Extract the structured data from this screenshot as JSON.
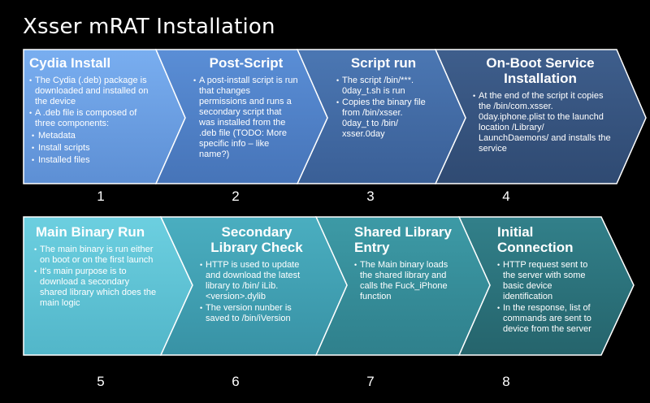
{
  "title": "Xsser mRAT Installation",
  "colors": {
    "row1": [
      "#6d9fe0",
      "#4f7fc4",
      "#40679f",
      "#34507a"
    ],
    "row2": [
      "#5fc4d6",
      "#3fa0b3",
      "#358e9a",
      "#2a6f76"
    ]
  },
  "steps": [
    {
      "number": "1",
      "title": "Cydia Install",
      "bullets": [
        {
          "text": "The Cydia (.deb) package is downloaded and installed on the device",
          "sub": false
        },
        {
          "text": "A .deb file is composed of three components:",
          "sub": false
        },
        {
          "text": "Metadata",
          "sub": true
        },
        {
          "text": "Install scripts",
          "sub": true
        },
        {
          "text": "Installed files",
          "sub": true
        }
      ]
    },
    {
      "number": "2",
      "title": "Post-Script",
      "bullets": [
        {
          "text": "A post-install script is run that changes permissions and runs a secondary script that was installed from the .deb file (TODO: More specific info – like name?)",
          "sub": false
        }
      ]
    },
    {
      "number": "3",
      "title": "Script run",
      "bullets": [
        {
          "text": "The script /bin/***. 0day_t.sh is run",
          "sub": false
        },
        {
          "text": "Copies the binary file from /bin/xsser. 0day_t to /bin/ xsser.0day",
          "sub": false
        }
      ]
    },
    {
      "number": "4",
      "title": "On-Boot Service Installation",
      "bullets": [
        {
          "text": "At the end of the script it copies the /bin/com.xsser. 0day.iphone.plist to the launchd location /Library/ LaunchDaemons/ and installs the service",
          "sub": false
        }
      ]
    },
    {
      "number": "5",
      "title": "Main Binary Run",
      "bullets": [
        {
          "text": "The main binary is run either on boot or on the first launch",
          "sub": false
        },
        {
          "text": "It's main purpose is to download a secondary shared library which does the main logic",
          "sub": false
        }
      ]
    },
    {
      "number": "6",
      "title": "Secondary Library Check",
      "bullets": [
        {
          "text": "HTTP is used to update and download the latest library to /bin/ iLib.<version>.dylib",
          "sub": false
        },
        {
          "text": "The version nunber is saved to /bin/iVersion",
          "sub": false
        }
      ]
    },
    {
      "number": "7",
      "title": "Shared Library Entry",
      "bullets": [
        {
          "text": "The Main binary loads the shared library and calls the Fuck_iPhone function",
          "sub": false
        }
      ]
    },
    {
      "number": "8",
      "title": "Initial Connection",
      "bullets": [
        {
          "text": "HTTP request sent to the server with some basic device identification",
          "sub": false
        },
        {
          "text": "In the response, list of commands are sent to device from the server",
          "sub": false
        }
      ]
    }
  ]
}
